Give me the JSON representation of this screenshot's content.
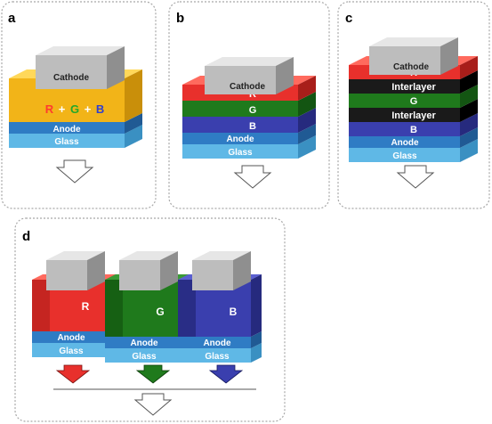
{
  "panels": {
    "a": {
      "letter": "a",
      "cathode": "Cathode",
      "mix": {
        "r": "R",
        "plus1": "+",
        "g": "G",
        "plus2": "+",
        "b": "B"
      },
      "anode": "Anode",
      "glass": "Glass"
    },
    "b": {
      "letter": "b",
      "cathode": "Cathode",
      "r": "R",
      "g": "G",
      "b": "B",
      "anode": "Anode",
      "glass": "Glass"
    },
    "c": {
      "letter": "c",
      "cathode": "Cathode",
      "r": "R",
      "interlayer1": "Interlayer",
      "g": "G",
      "interlayer2": "Interlayer",
      "b": "B",
      "anode": "Anode",
      "glass": "Glass"
    },
    "d": {
      "letter": "d",
      "r_label": "R",
      "g_label": "G",
      "b_label": "B",
      "anode": "Anode",
      "glass": "Glass"
    }
  },
  "colors": {
    "red": "#e8302c",
    "green": "#1f7a1c",
    "blue": "#3a3fae",
    "yellow": "#f2b418",
    "anode": "#2f7cc4",
    "glass": "#5fb8e6",
    "cathode": "#bdbdbd",
    "interlayer": "#1a1a1a",
    "mix_red": "#ff3b2f",
    "mix_green": "#22a82a",
    "mix_blue": "#2f3fd0"
  }
}
